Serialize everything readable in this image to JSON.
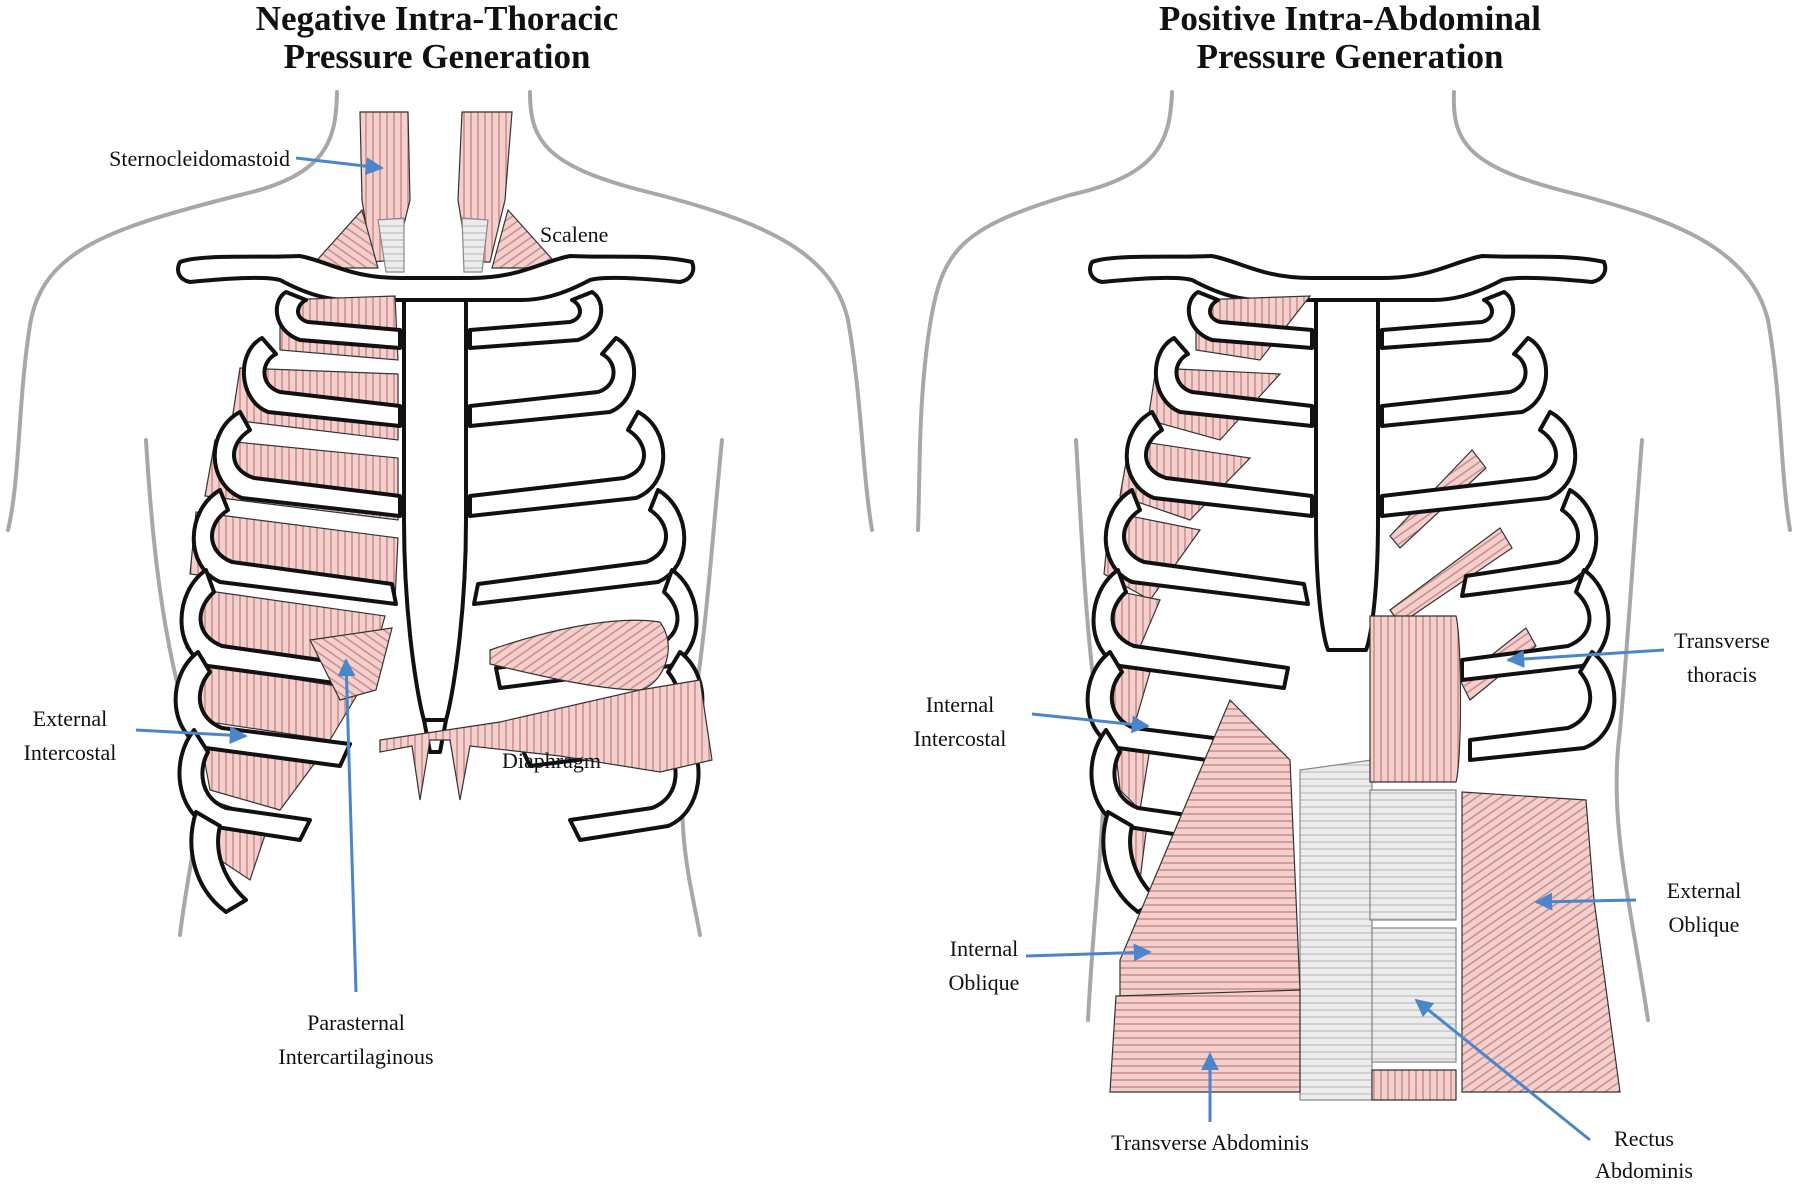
{
  "panels": [
    {
      "title_line1": "Negative Intra-Thoracic",
      "title_line2": "Pressure Generation",
      "labels": {
        "sternocleidomastoid": "Sternocleidomastoid",
        "scalene": "Scalene",
        "external_intercostal_1": "External",
        "external_intercostal_2": "Intercostal",
        "diaphragm": "Diaphragm",
        "parasternal_1": "Parasternal",
        "parasternal_2": "Intercartilaginous"
      }
    },
    {
      "title_line1": "Positive Intra-Abdominal",
      "title_line2": "Pressure Generation",
      "labels": {
        "transverse_thoracis_1": "Transverse",
        "transverse_thoracis_2": "thoracis",
        "internal_intercostal_1": "Internal",
        "internal_intercostal_2": "Intercostal",
        "external_oblique_1": "External",
        "external_oblique_2": "Oblique",
        "internal_oblique_1": "Internal",
        "internal_oblique_2": "Oblique",
        "transverse_abdominis": "Transverse Abdominis",
        "rectus_abdominis_1": "Rectus",
        "rectus_abdominis_2": "Abdominis"
      }
    }
  ],
  "colors": {
    "muscle_fill": "#f3d0ce",
    "muscle_line": "#c98681",
    "tendon": "#e4e4e4",
    "arrow": "#4a86c9",
    "bone_outline": "#111111",
    "body_outline": "#a8a8a8"
  }
}
